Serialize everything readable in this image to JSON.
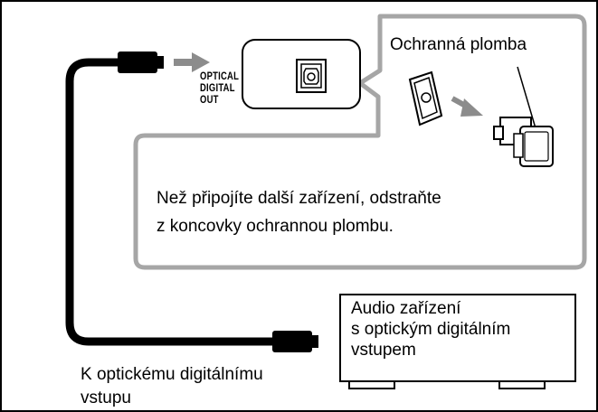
{
  "labels": {
    "optical_out": [
      "OPTICAL",
      "DIGITAL",
      "OUT"
    ],
    "protective_seal": "Ochranná plomba",
    "note_lines": [
      "Než připojíte další zařízení, odstraňte",
      "z koncovky ochrannou plombu."
    ],
    "audio_device_lines": [
      "Audio zařízení",
      "s optickým digitálním",
      "vstupem"
    ],
    "optical_input_lines": [
      "K optickému digitálnímu",
      "vstupu"
    ]
  },
  "colors": {
    "outline": "#000000",
    "callout_border": "#a6a6a6",
    "arrow_gray": "#8c8c8c",
    "cable": "#000000",
    "background": "#ffffff"
  }
}
